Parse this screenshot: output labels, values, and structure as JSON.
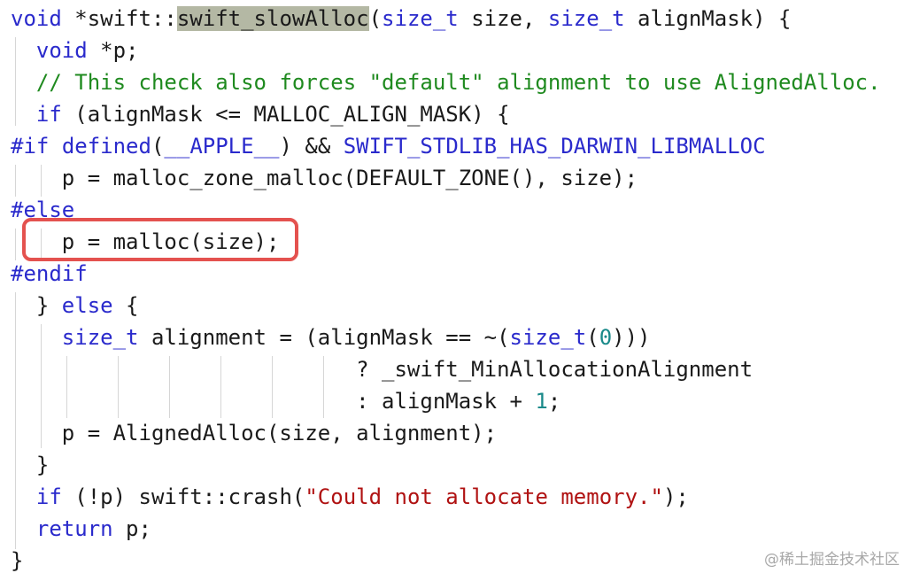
{
  "code_lines": [
    "void *swift::swift_slowAlloc(size_t size, size_t alignMask) {",
    "  void *p;",
    "  // This check also forces \"default\" alignment to use AlignedAlloc.",
    "  if (alignMask <= MALLOC_ALIGN_MASK) {",
    "#if defined(__APPLE__) && SWIFT_STDLIB_HAS_DARWIN_LIBMALLOC",
    "    p = malloc_zone_malloc(DEFAULT_ZONE(), size);",
    "#else",
    "    p = malloc(size);",
    "#endif",
    "  } else {",
    "    size_t alignment = (alignMask == ~(size_t(0)))",
    "                           ? _swift_MinAllocationAlignment",
    "                           : alignMask + 1;",
    "    p = AlignedAlloc(size, alignment);",
    "  }",
    "  if (!p) swift::crash(\"Could not allocate memory.\");",
    "  return p;",
    "}"
  ],
  "highlighted_line_index": 7,
  "selected_token": "swift_slowAlloc",
  "watermark": "@稀土掘金技术社区",
  "colors": {
    "keyword": "#2a2acc",
    "comment": "#1f8a1f",
    "string": "#b01212",
    "number": "#1a8a8a",
    "selection": "#b4b8a4",
    "highlight_box": "#e4524f"
  }
}
